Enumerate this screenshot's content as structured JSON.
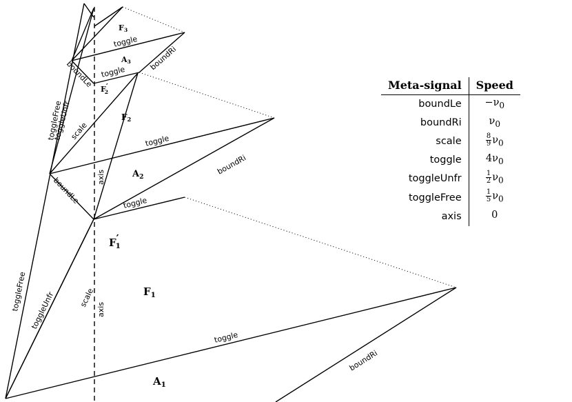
{
  "table": {
    "header": {
      "col1": "Meta-signal",
      "col2": "Speed"
    },
    "rows": [
      {
        "name": "boundLe",
        "speed": "−ν",
        "speed_sub": "0"
      },
      {
        "name": "boundRi",
        "speed": "ν",
        "speed_sub": "0"
      },
      {
        "name": "scale",
        "speed_num": "8",
        "speed_den": "9",
        "speed": "ν",
        "speed_sub": "0"
      },
      {
        "name": "toggle",
        "speed": "4ν",
        "speed_sub": "0"
      },
      {
        "name": "toggleUnfr",
        "speed_num": "1",
        "speed_den": "2",
        "speed": "ν",
        "speed_sub": "0"
      },
      {
        "name": "toggleFree",
        "speed_num": "1",
        "speed_den": "5",
        "speed": "ν",
        "speed_sub": "0"
      },
      {
        "name": "axis",
        "speed": "0",
        "speed_sub": ""
      }
    ]
  },
  "diagram": {
    "line_labels": {
      "toggle": "toggle",
      "boundRi": "boundRi",
      "boundLe": "boundLe",
      "scale": "scale",
      "axis": "axis",
      "toggleFree": "toggleFree",
      "toggleUnfr": "toggleUnfr"
    },
    "regions": {
      "F3": {
        "main": "F",
        "sub": "3",
        "prime": ""
      },
      "A3": {
        "main": "A",
        "sub": "3",
        "prime": ""
      },
      "F2p": {
        "main": "F",
        "sub": "2",
        "prime": "′"
      },
      "F2": {
        "main": "F",
        "sub": "2",
        "prime": ""
      },
      "A2": {
        "main": "A",
        "sub": "2",
        "prime": ""
      },
      "F1p": {
        "main": "F",
        "sub": "1",
        "prime": "′"
      },
      "F1": {
        "main": "F",
        "sub": "1",
        "prime": ""
      },
      "A1": {
        "main": "A",
        "sub": "1",
        "prime": ""
      }
    }
  }
}
